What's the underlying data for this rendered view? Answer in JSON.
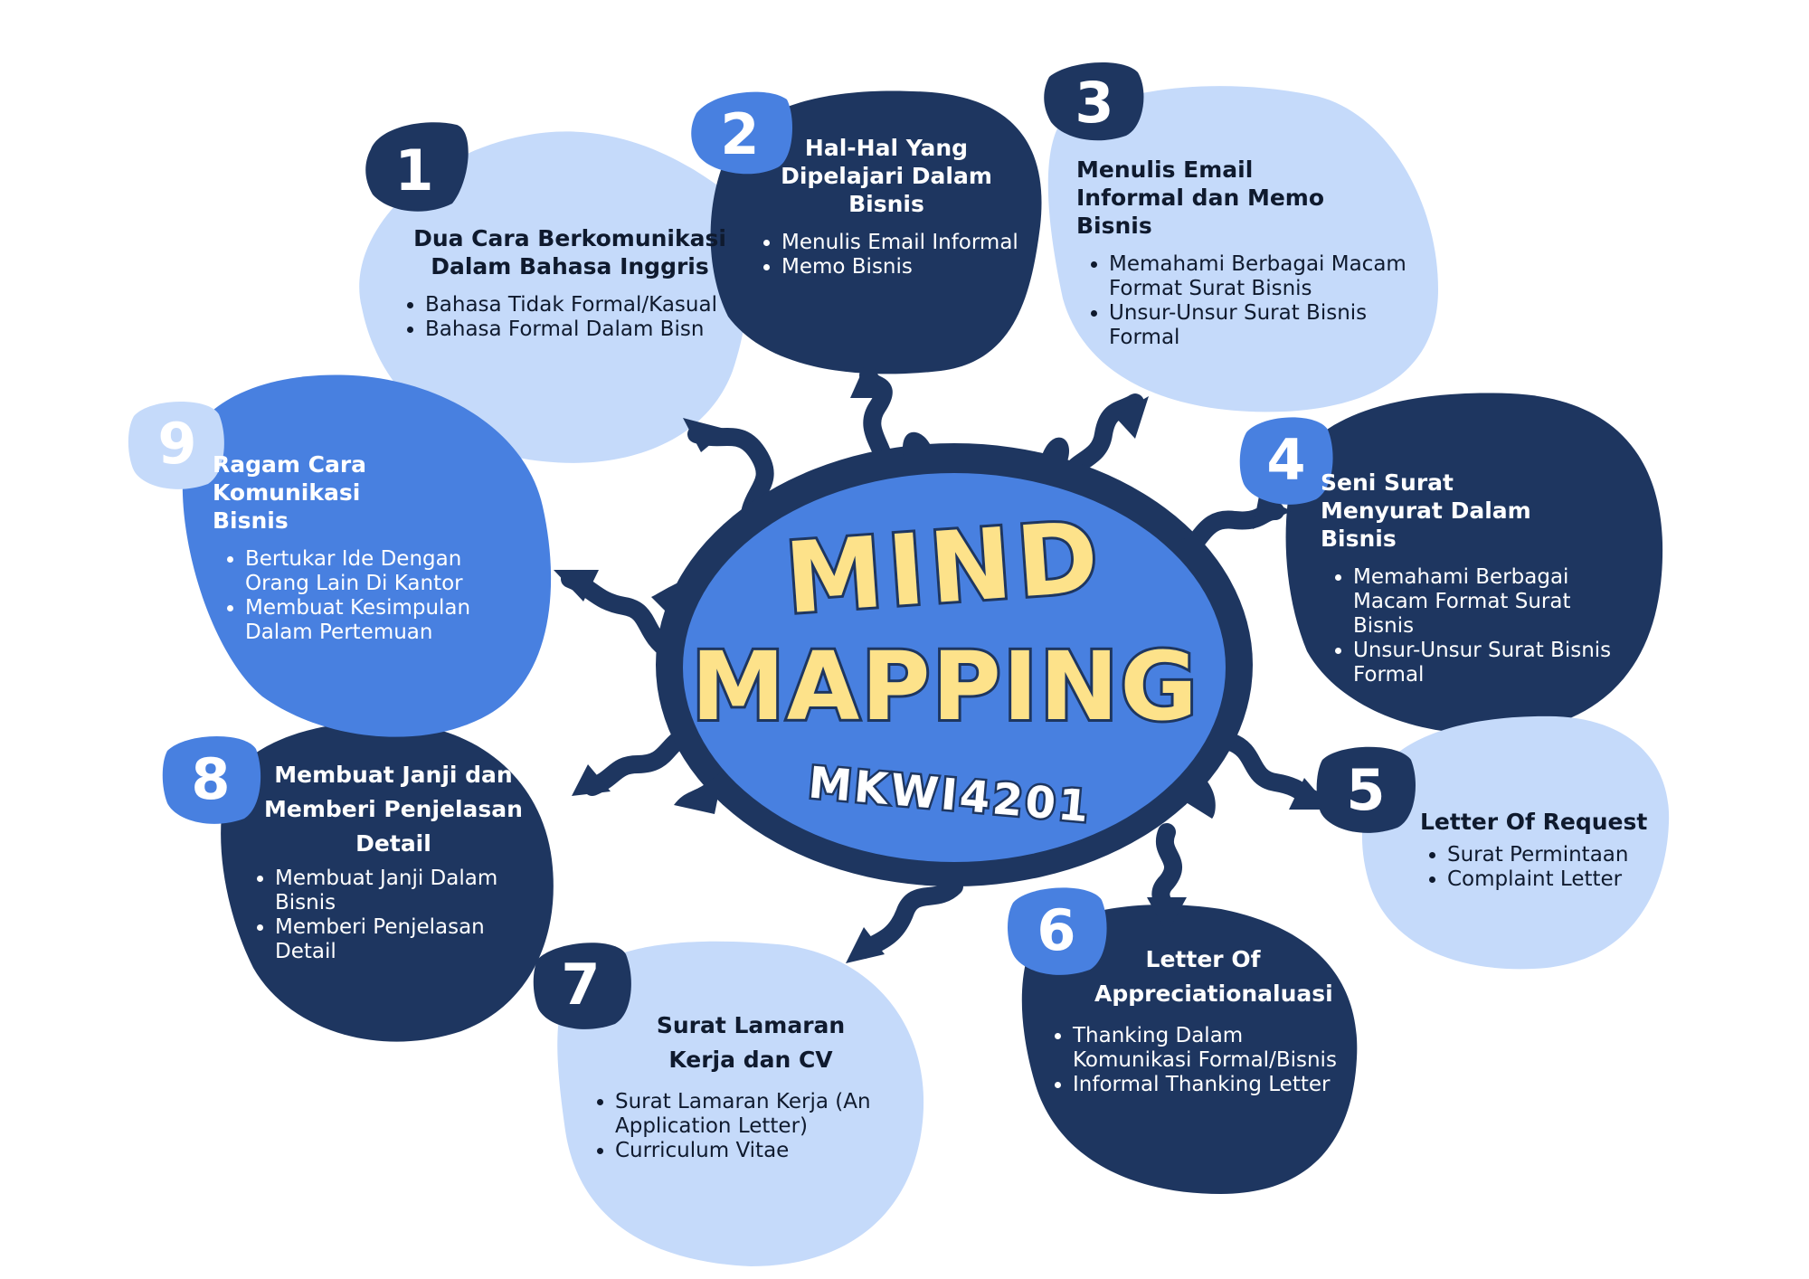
{
  "center": {
    "title_line1": "MIND",
    "title_line2": "MAPPING",
    "code": "MKWI4201"
  },
  "colors": {
    "navy": "#1e3660",
    "blue": "#4880e0",
    "light_blue": "#c5dafa",
    "yellow": "#fde28a",
    "white": "#ffffff"
  },
  "nodes": [
    {
      "number": "1",
      "title": "Dua Cara Berkomunikasi Dalam Bahasa Inggris",
      "items": [
        "Bahasa Tidak Formal/Kasual",
        "Bahasa Formal Dalam Bisn"
      ]
    },
    {
      "number": "2",
      "title": "Hal-Hal Yang Dipelajari Dalam Bisnis",
      "items": [
        "Menulis Email Informal",
        "Memo Bisnis"
      ]
    },
    {
      "number": "3",
      "title": "Menulis Email Informal dan Memo Bisnis",
      "items": [
        "Memahami Berbagai Macam Format Surat Bisnis",
        "Unsur-Unsur Surat Bisnis Formal"
      ]
    },
    {
      "number": "4",
      "title": "Seni Surat Menyurat Dalam Bisnis",
      "items": [
        "Memahami Berbagai Macam Format Surat Bisnis",
        "Unsur-Unsur Surat Bisnis Formal"
      ]
    },
    {
      "number": "5",
      "title": "Letter Of Request",
      "items": [
        "Surat Permintaan",
        "Complaint Letter"
      ]
    },
    {
      "number": "6",
      "title": "Letter Of Appreciationaluasi",
      "items": [
        "Thanking Dalam Komunikasi Formal/Bisnis",
        "Informal Thanking Letter"
      ]
    },
    {
      "number": "7",
      "title": "Surat Lamaran Kerja dan CV",
      "items": [
        "Surat Lamaran Kerja (An Application Letter)",
        "Curriculum Vitae"
      ]
    },
    {
      "number": "8",
      "title": "Membuat Janji dan Memberi Penjelasan Detail",
      "items": [
        "Membuat Janji Dalam Bisnis",
        "Memberi Penjelasan Detail"
      ]
    },
    {
      "number": "9",
      "title": "Ragam Cara Komunikasi Bisnis",
      "items": [
        "Bertukar Ide Dengan Orang Lain Di Kantor",
        "Membuat Kesimpulan Dalam Pertemuan"
      ]
    }
  ]
}
